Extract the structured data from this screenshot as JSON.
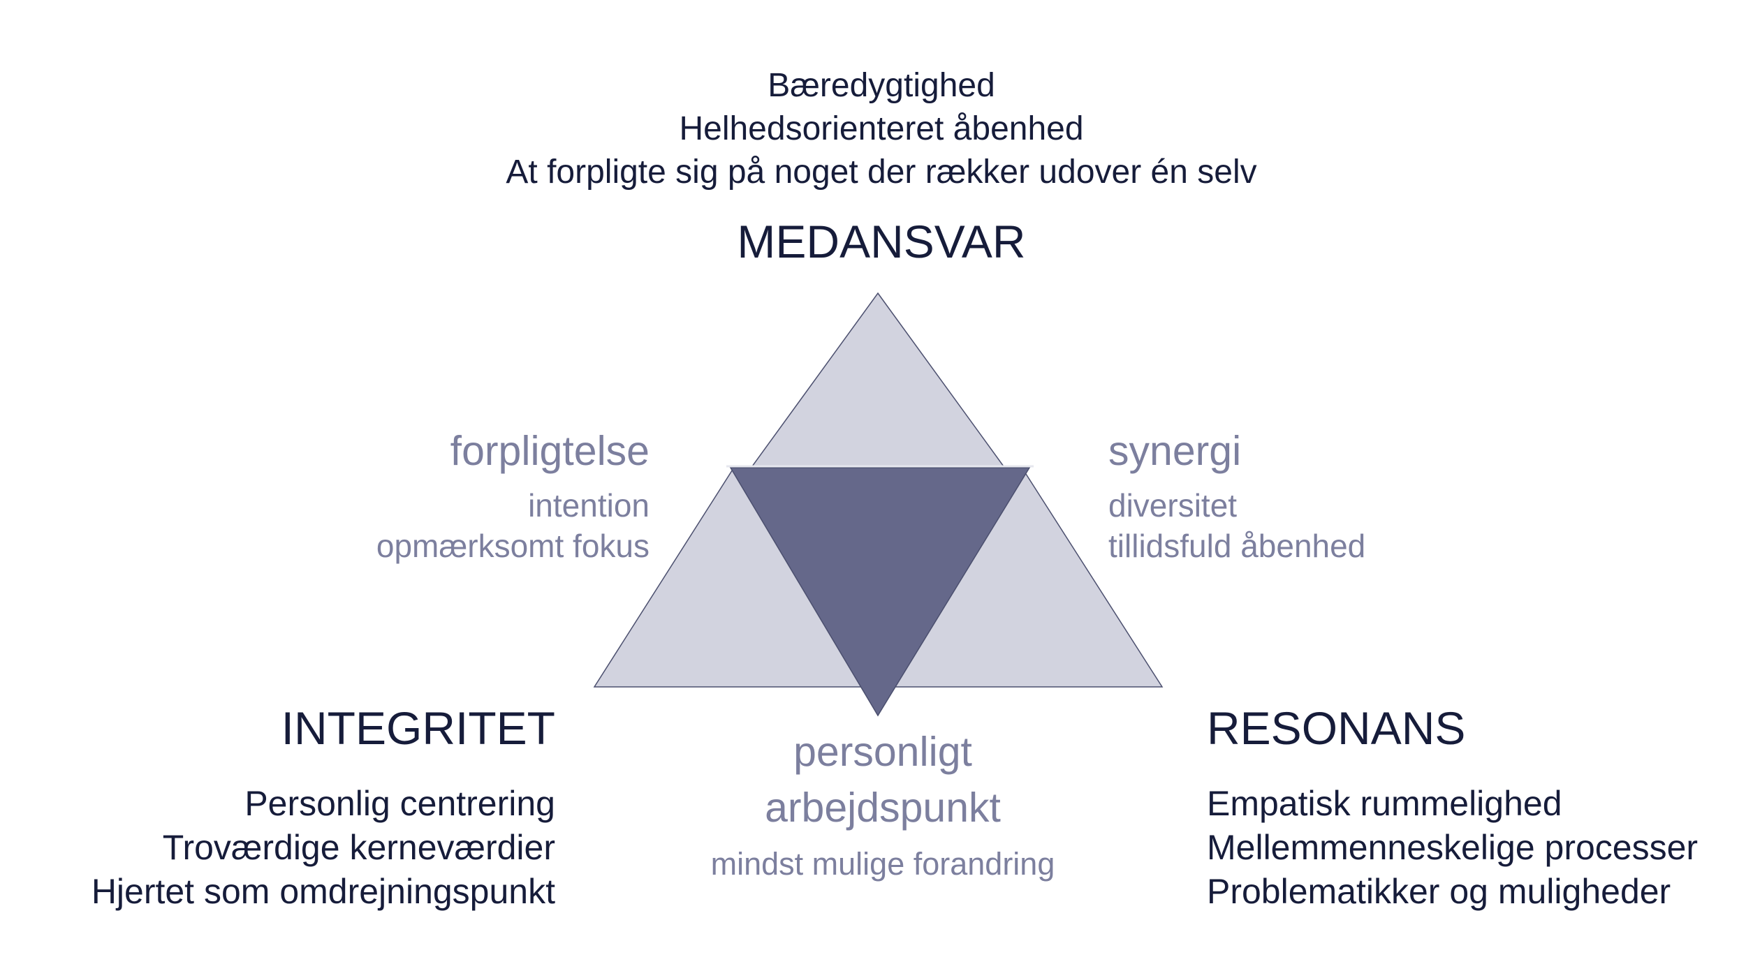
{
  "colors": {
    "dark_text": "#161c3a",
    "muted_text": "#7c7f9e",
    "light_triangle_fill": "#d2d3df",
    "dark_triangle_fill": "#65688a",
    "triangle_stroke": "#4b4f6e"
  },
  "top": {
    "lines": [
      "Bæredygtighed",
      "Helhedsorienteret åbenhed",
      "At forpligte sig på noget der rækker udover én selv"
    ],
    "heading": "MEDANSVAR"
  },
  "left_mid": {
    "heading": "forpligtelse",
    "lines": [
      "intention",
      "opmærksomt fokus"
    ]
  },
  "right_mid": {
    "heading": "synergi",
    "lines": [
      "diversitet",
      "tillidsfuld åbenhed"
    ]
  },
  "bottom_left": {
    "heading": "INTEGRITET",
    "lines": [
      "Personlig centrering",
      "Troværdige kerneværdier",
      "Hjertet som omdrejningspunkt"
    ]
  },
  "bottom_center": {
    "heading_lines": [
      "personligt",
      "arbejdspunkt"
    ],
    "sub": "mindst mulige forandring"
  },
  "bottom_right": {
    "heading": "RESONANS",
    "lines": [
      "Empatisk rummelighed",
      "Mellemmenneskelige processer",
      "Problematikker og muligheder"
    ]
  }
}
